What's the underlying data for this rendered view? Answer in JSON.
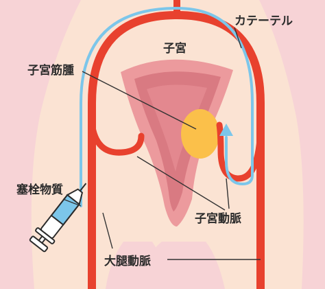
{
  "labels": {
    "catheter": "カテーテル",
    "uterus": "子宮",
    "fibroid": "子宮筋腫",
    "embolic": "塞栓物質",
    "uterine_artery": "子宮動脈",
    "femoral_artery": "大腿動脈"
  },
  "colors": {
    "background": "#f7d3d6",
    "body": "#fbe3d3",
    "artery": "#e8412e",
    "catheter": "#7cc6ea",
    "fibroid": "#fbc04a",
    "uterus_outer": "#ec9a9d",
    "uterus_inner": "#d97a82"
  }
}
